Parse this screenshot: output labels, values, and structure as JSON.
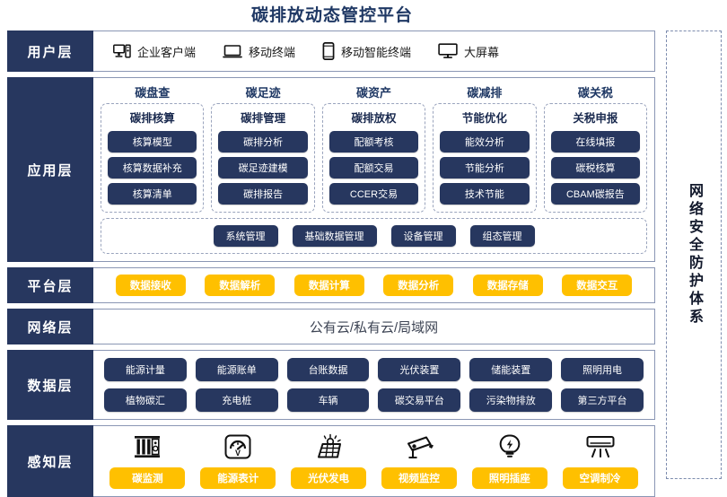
{
  "title": "碳排放动态管控平台",
  "colors": {
    "navy": "#27375F",
    "title_navy": "#1F3864",
    "yellow": "#FFC000",
    "border": "#8a96b4"
  },
  "security_panel": {
    "label": "网络安全防护体系"
  },
  "layers": {
    "user": {
      "label": "用户层",
      "items": [
        {
          "icon": "desktop-pc-icon",
          "label": "企业客户端"
        },
        {
          "icon": "laptop-icon",
          "label": "移动终端"
        },
        {
          "icon": "smartphone-icon",
          "label": "移动智能终端"
        },
        {
          "icon": "large-screen-icon",
          "label": "大屏幕"
        }
      ]
    },
    "application": {
      "label": "应用层",
      "columns": [
        {
          "title": "碳盘查",
          "card_title": "碳排核算",
          "items": [
            "核算模型",
            "核算数据补充",
            "核算清单"
          ]
        },
        {
          "title": "碳足迹",
          "card_title": "碳排管理",
          "items": [
            "碳排分析",
            "碳足迹建模",
            "碳排报告"
          ]
        },
        {
          "title": "碳资产",
          "card_title": "碳排放权",
          "items": [
            "配额考核",
            "配额交易",
            "CCER交易"
          ]
        },
        {
          "title": "碳减排",
          "card_title": "节能优化",
          "items": [
            "能效分析",
            "节能分析",
            "技术节能"
          ]
        },
        {
          "title": "碳关税",
          "card_title": "关税申报",
          "items": [
            "在线填报",
            "碳税核算",
            "CBAM碳报告"
          ]
        }
      ],
      "management": [
        "系统管理",
        "基础数据管理",
        "设备管理",
        "组态管理"
      ]
    },
    "platform": {
      "label": "平台层",
      "items": [
        "数据接收",
        "数据解析",
        "数据计算",
        "数据分析",
        "数据存储",
        "数据交互"
      ]
    },
    "network": {
      "label": "网络层",
      "text": "公有云/私有云/局域网"
    },
    "data": {
      "label": "数据层",
      "row1": [
        "能源计量",
        "能源账单",
        "台账数据",
        "光伏装置",
        "储能装置",
        "照明用电"
      ],
      "row2": [
        "植物碳汇",
        "充电桩",
        "车辆",
        "碳交易平台",
        "污染物排放",
        "第三方平台"
      ]
    },
    "perception": {
      "label": "感知层",
      "items": [
        {
          "icon": "carbon-monitor-icon",
          "label": "碳监测"
        },
        {
          "icon": "energy-meter-icon",
          "label": "能源表计"
        },
        {
          "icon": "solar-panel-icon",
          "label": "光伏发电"
        },
        {
          "icon": "cctv-camera-icon",
          "label": "视频监控"
        },
        {
          "icon": "light-bulb-icon",
          "label": "照明插座"
        },
        {
          "icon": "air-conditioner-icon",
          "label": "空调制冷"
        }
      ]
    }
  }
}
